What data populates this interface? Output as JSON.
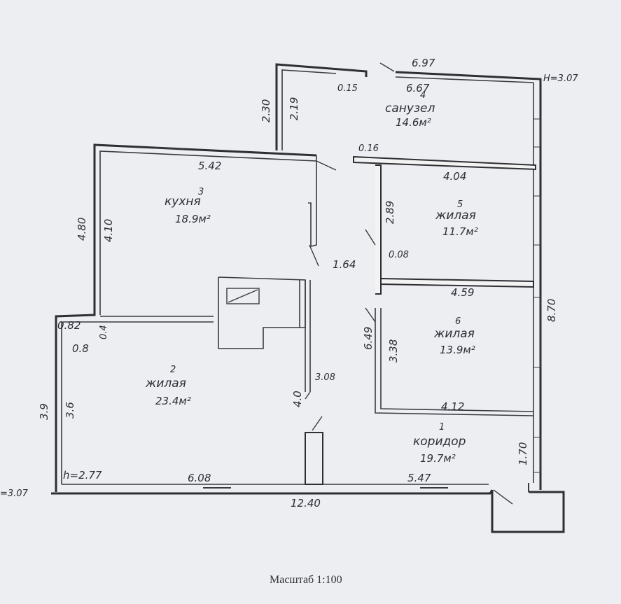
{
  "rooms": {
    "toilet": {
      "number": "4",
      "name": "санузел",
      "area": "14.6м²"
    },
    "kitchen": {
      "number": "3",
      "name": "кухня",
      "area": "18.9м²"
    },
    "living5": {
      "number": "5",
      "name": "жилая",
      "area": "11.7м²"
    },
    "living6": {
      "number": "6",
      "name": "жилая",
      "area": "13.9м²"
    },
    "living2": {
      "number": "2",
      "name": "жилая",
      "area": "23.4м²"
    },
    "corridor": {
      "number": "1",
      "name": "коридор",
      "area": "19.7м²"
    }
  },
  "dimensions": {
    "d_697": "6.97",
    "d_667": "6.67",
    "d_015": "0.15",
    "h_307_top": "Н=3.07",
    "d_230": "2.30",
    "d_219": "2.19",
    "d_016": "0.16",
    "d_542": "5.42",
    "d_404": "4.04",
    "d_480": "4.80",
    "d_410": "4.10",
    "d_289": "2.89",
    "d_164": "1.64",
    "d_008": "0.08",
    "d_459": "4.59",
    "d_870": "8.70",
    "d_082": "0.82",
    "d_04": "0.4",
    "d_08": "0.8",
    "d_649": "6.49",
    "d_338": "3.38",
    "d_39": "3.9",
    "d_36": "3.6",
    "d_308": "3.08",
    "d_40": "4.0",
    "d_412": "4.12",
    "d_170": "1.70",
    "h_277": "h=2.77",
    "d_608": "6.08",
    "d_547": "5.47",
    "d_1240": "12.40",
    "h_307_left": "=3.07"
  },
  "scale_label": "Масштаб 1:100"
}
